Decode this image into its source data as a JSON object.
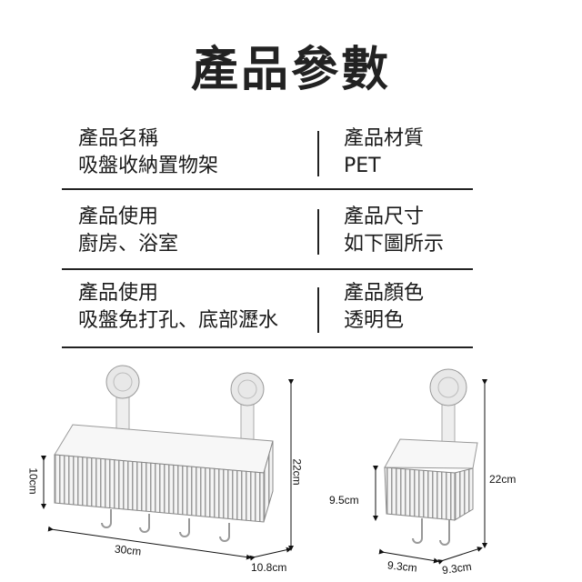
{
  "title": "產品參數",
  "specs": [
    {
      "left_label": "產品名稱",
      "left_value": "吸盤收納置物架",
      "right_label": "產品材質",
      "right_value": "PET"
    },
    {
      "left_label": "產品使用",
      "left_value": "廚房、浴室",
      "right_label": "產品尺寸",
      "right_value": "如下圖所示"
    },
    {
      "left_label": "產品使用",
      "left_value": "吸盤免打孔、底部瀝水",
      "right_label": "產品顏色",
      "right_value": "透明色"
    }
  ],
  "dimensions": {
    "large": {
      "height_basket": "10cm",
      "height_total": "22cm",
      "width": "30cm",
      "depth": "10.8cm"
    },
    "small": {
      "height_basket": "9.5cm",
      "height_total": "22cm",
      "width": "9.3cm",
      "depth": "9.3cm"
    }
  }
}
